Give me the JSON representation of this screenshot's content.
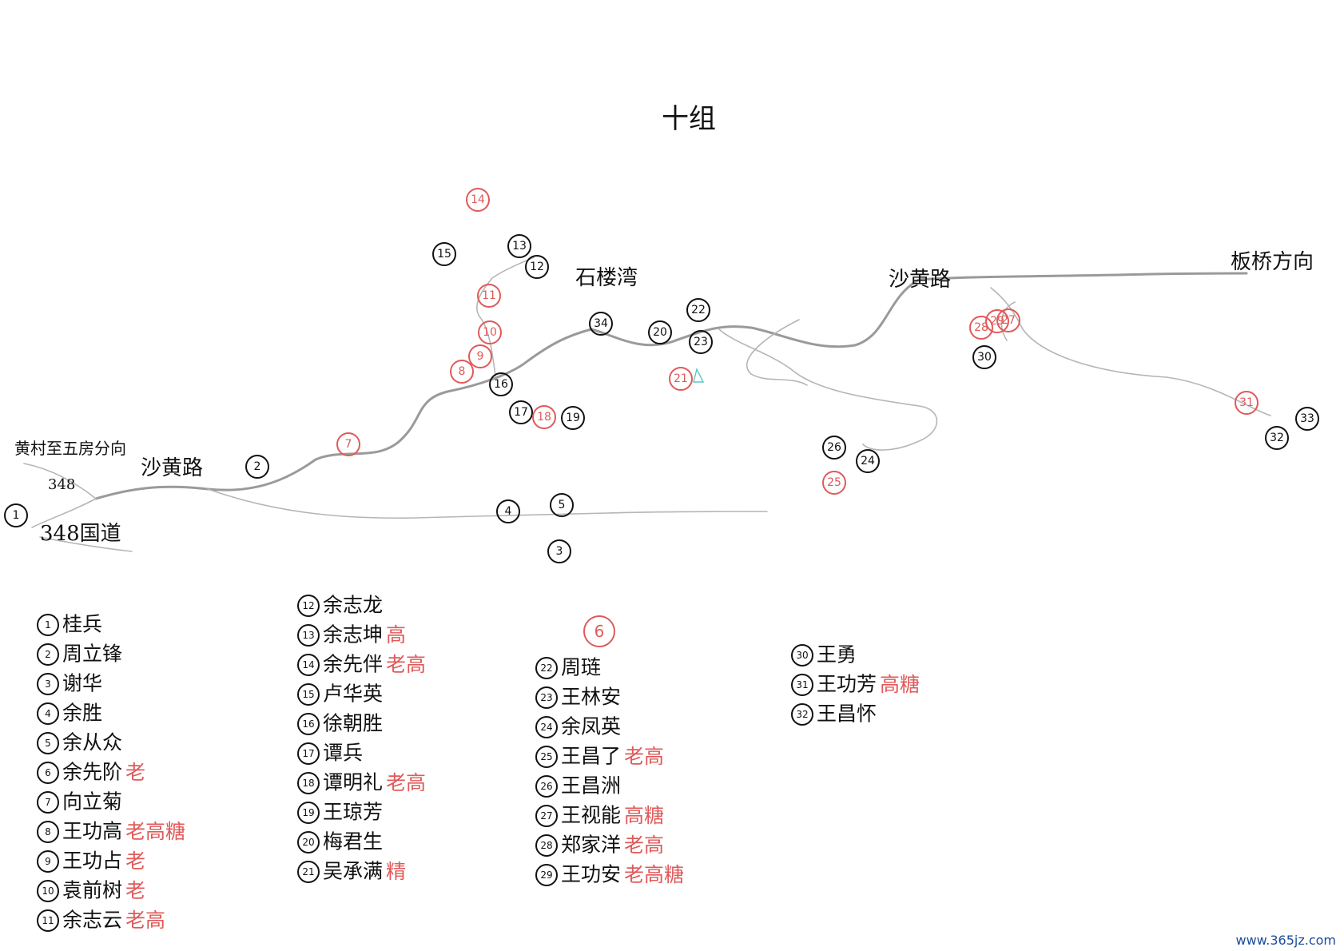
{
  "title": "十组",
  "colors": {
    "ink": "#111111",
    "red": "#e05a5a",
    "road": "#9a9a9a"
  },
  "places": {
    "top_left_direction": "黄村至五房分向",
    "road_number": "348",
    "national_road": "348国道",
    "shahuang_road_left": "沙黄路",
    "shilouwan": "石楼湾",
    "shahuang_road_right": "沙黄路",
    "right_direction": "板桥方向"
  },
  "markers": [
    {
      "n": "1",
      "color": "black"
    },
    {
      "n": "2",
      "color": "black"
    },
    {
      "n": "3",
      "color": "black"
    },
    {
      "n": "4",
      "color": "black"
    },
    {
      "n": "5",
      "color": "black"
    },
    {
      "n": "7",
      "color": "red"
    },
    {
      "n": "8",
      "color": "red"
    },
    {
      "n": "9",
      "color": "red"
    },
    {
      "n": "10",
      "color": "red"
    },
    {
      "n": "11",
      "color": "red"
    },
    {
      "n": "12",
      "color": "black"
    },
    {
      "n": "13",
      "color": "black"
    },
    {
      "n": "14",
      "color": "red"
    },
    {
      "n": "15",
      "color": "black"
    },
    {
      "n": "16",
      "color": "black"
    },
    {
      "n": "17",
      "color": "black"
    },
    {
      "n": "18",
      "color": "red"
    },
    {
      "n": "19",
      "color": "black"
    },
    {
      "n": "20",
      "color": "black"
    },
    {
      "n": "21",
      "color": "red"
    },
    {
      "n": "22",
      "color": "black"
    },
    {
      "n": "23",
      "color": "black"
    },
    {
      "n": "24",
      "color": "black"
    },
    {
      "n": "25",
      "color": "red"
    },
    {
      "n": "26",
      "color": "black"
    },
    {
      "n": "27",
      "color": "red"
    },
    {
      "n": "28",
      "color": "red"
    },
    {
      "n": "29",
      "color": "red"
    },
    {
      "n": "30",
      "color": "black"
    },
    {
      "n": "31",
      "color": "red"
    },
    {
      "n": "32",
      "color": "black"
    },
    {
      "n": "33",
      "color": "black"
    },
    {
      "n": "34",
      "color": "black"
    }
  ],
  "group_badge": "6",
  "legend": [
    {
      "n": "1",
      "name": "桂兵",
      "tag": ""
    },
    {
      "n": "2",
      "name": "周立锋",
      "tag": ""
    },
    {
      "n": "3",
      "name": "谢华",
      "tag": ""
    },
    {
      "n": "4",
      "name": "余胜",
      "tag": ""
    },
    {
      "n": "5",
      "name": "余从众",
      "tag": ""
    },
    {
      "n": "6",
      "name": "余先阶",
      "tag": "老"
    },
    {
      "n": "7",
      "name": "向立菊",
      "tag": ""
    },
    {
      "n": "8",
      "name": "王功高",
      "tag": "老高糖"
    },
    {
      "n": "9",
      "name": "王功占",
      "tag": "老"
    },
    {
      "n": "10",
      "name": "袁前树",
      "tag": "老"
    },
    {
      "n": "11",
      "name": "余志云",
      "tag": "老高"
    },
    {
      "n": "12",
      "name": "余志龙",
      "tag": ""
    },
    {
      "n": "13",
      "name": "余志坤",
      "tag": "高"
    },
    {
      "n": "14",
      "name": "余先伴",
      "tag": "老高"
    },
    {
      "n": "15",
      "name": "卢华英",
      "tag": ""
    },
    {
      "n": "16",
      "name": "徐朝胜",
      "tag": ""
    },
    {
      "n": "17",
      "name": "谭兵",
      "tag": ""
    },
    {
      "n": "18",
      "name": "谭明礼",
      "tag": "老高"
    },
    {
      "n": "19",
      "name": "王琼芳",
      "tag": ""
    },
    {
      "n": "20",
      "name": "梅君生",
      "tag": ""
    },
    {
      "n": "21",
      "name": "吴承满",
      "tag": "精"
    },
    {
      "n": "22",
      "name": "周琏",
      "tag": ""
    },
    {
      "n": "23",
      "name": "王林安",
      "tag": ""
    },
    {
      "n": "24",
      "name": "余凤英",
      "tag": ""
    },
    {
      "n": "25",
      "name": "王昌了",
      "tag": "老高"
    },
    {
      "n": "26",
      "name": "王昌洲",
      "tag": ""
    },
    {
      "n": "27",
      "name": "王视能",
      "tag": "高糖"
    },
    {
      "n": "28",
      "name": "郑家洋",
      "tag": "老高"
    },
    {
      "n": "29",
      "name": "王功安",
      "tag": "老高糖"
    },
    {
      "n": "30",
      "name": "王勇",
      "tag": ""
    },
    {
      "n": "31",
      "name": "王功芳",
      "tag": "高糖"
    },
    {
      "n": "32",
      "name": "王昌怀",
      "tag": ""
    }
  ],
  "watermark": "www.365jz.com"
}
